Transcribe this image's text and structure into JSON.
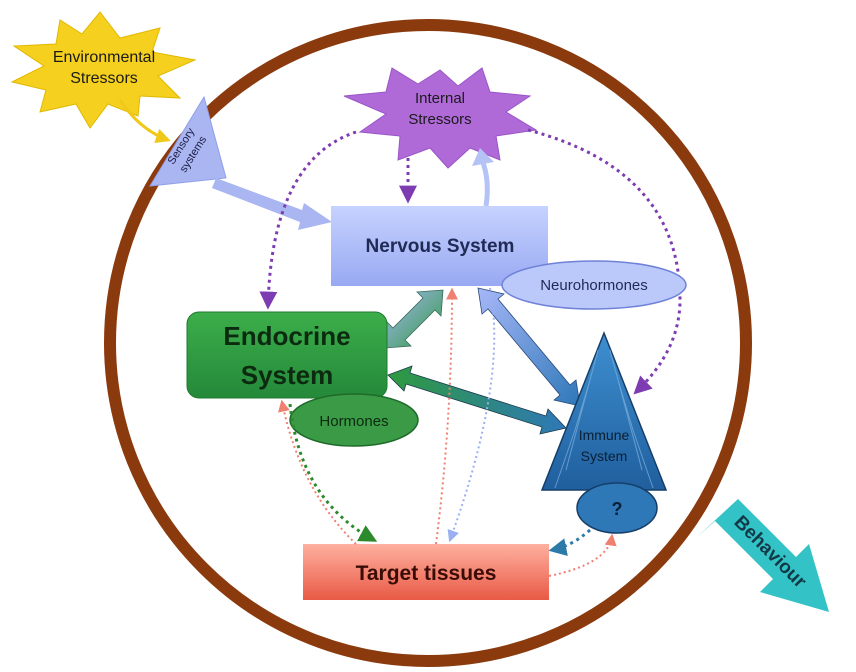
{
  "nodes": {
    "environmental_stressors": {
      "line1": "Environmental",
      "line2": "Stressors"
    },
    "sensory_systems": {
      "line1": "Sensory",
      "line2": "systems"
    },
    "internal_stressors": {
      "line1": "Internal",
      "line2": "Stressors"
    },
    "nervous_system": {
      "label": "Nervous System"
    },
    "neurohormones": {
      "label": "Neurohormones"
    },
    "endocrine_system": {
      "line1": "Endocrine",
      "line2": "System"
    },
    "hormones": {
      "label": "Hormones"
    },
    "immune_system": {
      "line1": "Immune",
      "line2": "System"
    },
    "unknown": {
      "label": "?"
    },
    "target_tissues": {
      "label": "Target tissues"
    },
    "behaviour": {
      "label": "Behaviour"
    }
  },
  "colors": {
    "ring": "#8b3a0e",
    "env_star": "#f5d01e",
    "internal_star": "#b06ad8",
    "sensory": "#a9b6f2",
    "nervous": "#a7b7f8",
    "endocrine": "#2e9a3e",
    "hormones": "#3a9a45",
    "immune": "#2e78b8",
    "target": "#f07060",
    "behaviour": "#33c2c6",
    "dotted_purple": "#7e3cb2",
    "dotted_salmon": "#f08070",
    "dotted_blue": "#9ab0f0",
    "dotted_green": "#2c8a2c",
    "dotted_teal": "#2b7aa8"
  }
}
